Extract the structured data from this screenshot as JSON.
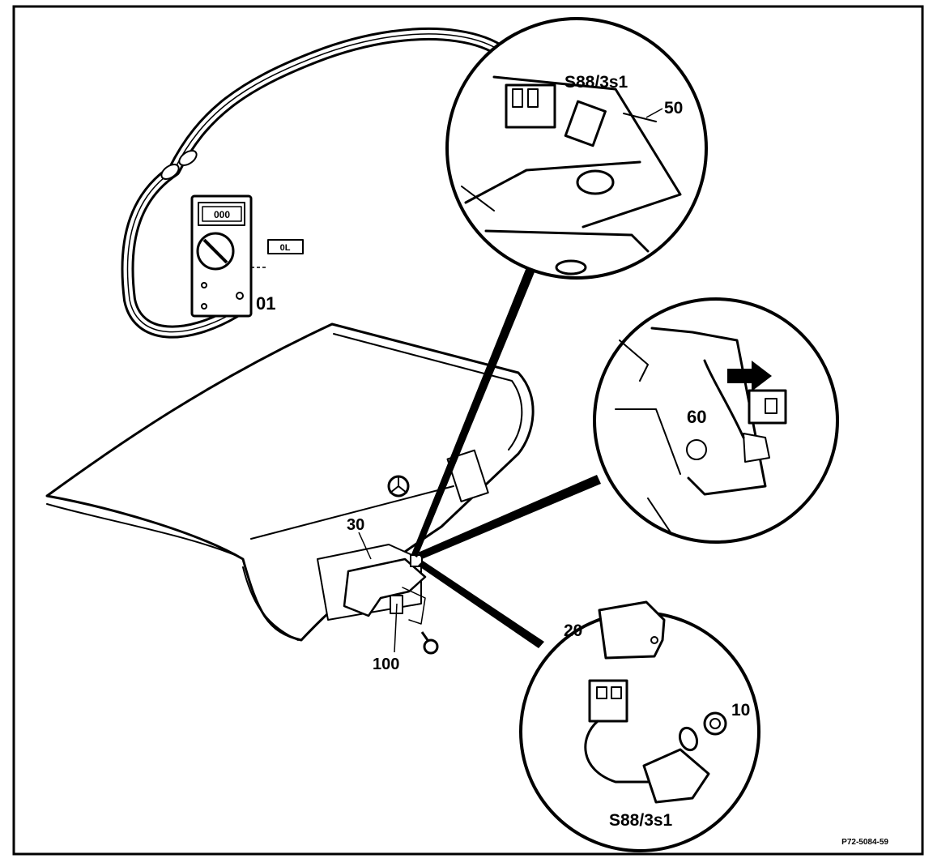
{
  "labels": {
    "s88_top": "S88/3s1",
    "s88_bottom": "S88/3s1",
    "part_50": "50",
    "part_01": "01",
    "part_60": "60",
    "part_30": "30",
    "part_100": "100",
    "part_20": "20",
    "part_10": "10",
    "meter_display": "000",
    "meter_reading": "0L"
  },
  "figure_code": "P72-5084-59"
}
